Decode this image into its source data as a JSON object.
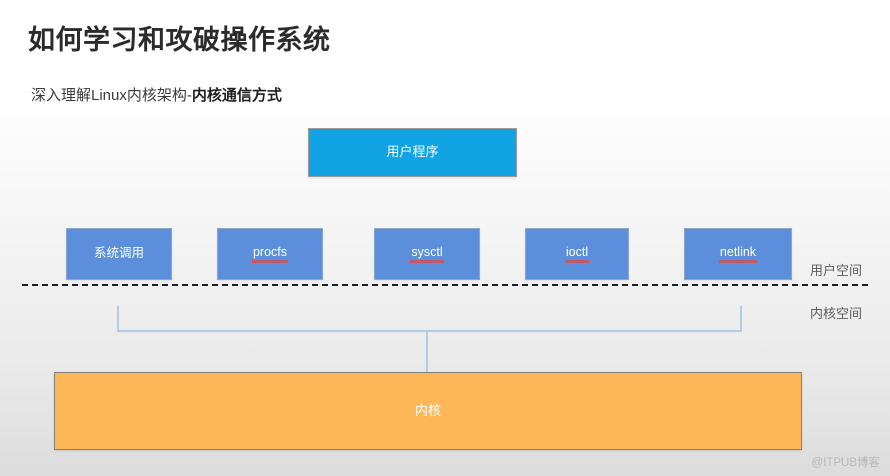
{
  "header": {
    "title": "如何学习和攻破操作系统",
    "subtitle_normal": "深入理解Linux内核架构-",
    "subtitle_strong": "内核通信方式"
  },
  "diagram": {
    "user_program": {
      "label": "用户程序",
      "color": "#11a3e4"
    },
    "interfaces": [
      {
        "label": "系统调用",
        "misspelled": false
      },
      {
        "label": "procfs",
        "misspelled": true
      },
      {
        "label": "sysctl",
        "misspelled": true
      },
      {
        "label": "ioctl",
        "misspelled": true
      },
      {
        "label": "netlink",
        "misspelled": true
      }
    ],
    "interface_color": "#5b8fdb",
    "kernel": {
      "label": "内核",
      "color": "#fdb757"
    },
    "boundary": {
      "style": "dashed",
      "color": "#1f1f1f"
    },
    "space_labels": {
      "user": "用户空间",
      "kernel": "内核空间"
    },
    "connector_color": "#b4cbe8"
  },
  "watermark": "@ITPUB博客"
}
